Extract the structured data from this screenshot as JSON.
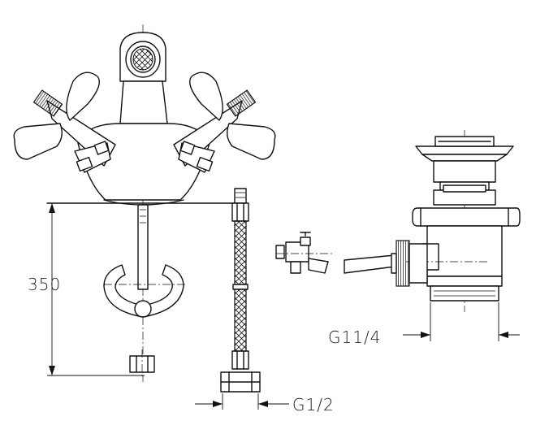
{
  "dimensions": {
    "height_label": "350",
    "hose_thread_label": "G1/2",
    "waste_thread_label": "G11/4"
  }
}
